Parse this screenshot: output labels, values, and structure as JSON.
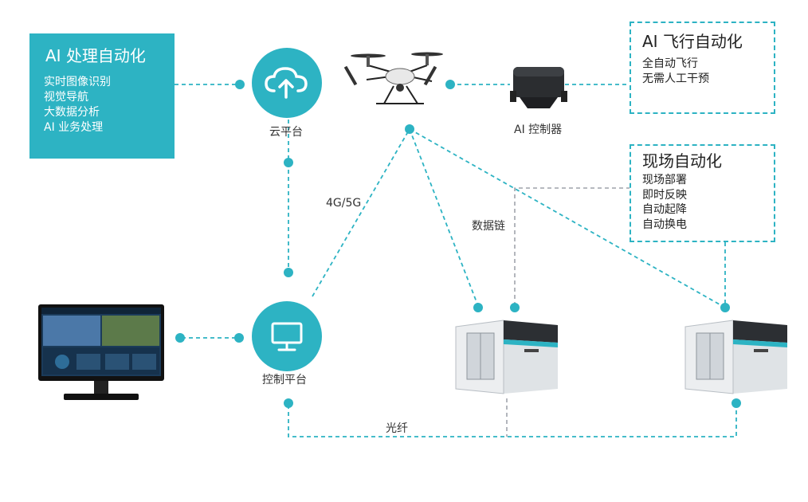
{
  "ai_processing": {
    "title": "AI 处理自动化",
    "items": [
      "实时图像识别",
      "视觉导航",
      "大数据分析",
      "AI 业务处理"
    ]
  },
  "ai_flight": {
    "title": "AI 飞行自动化",
    "items": [
      "全自动飞行",
      "无需人工干预"
    ]
  },
  "site_automation": {
    "title": "现场自动化",
    "items": [
      "现场部署",
      "即时反映",
      "自动起降",
      "自动换电"
    ]
  },
  "nodes": {
    "cloud": "云平台",
    "control": "控制平台",
    "ai_controller": "AI 控制器"
  },
  "links": {
    "cellular": "4G/5G",
    "datalink": "数据链",
    "fiber": "光纤"
  },
  "colors": {
    "accent": "#2db3c3",
    "line": "#2db3c3",
    "gray_line": "#8a8f99"
  },
  "icons": {
    "cloud": "cloud-upload-icon",
    "control": "monitor-icon"
  }
}
